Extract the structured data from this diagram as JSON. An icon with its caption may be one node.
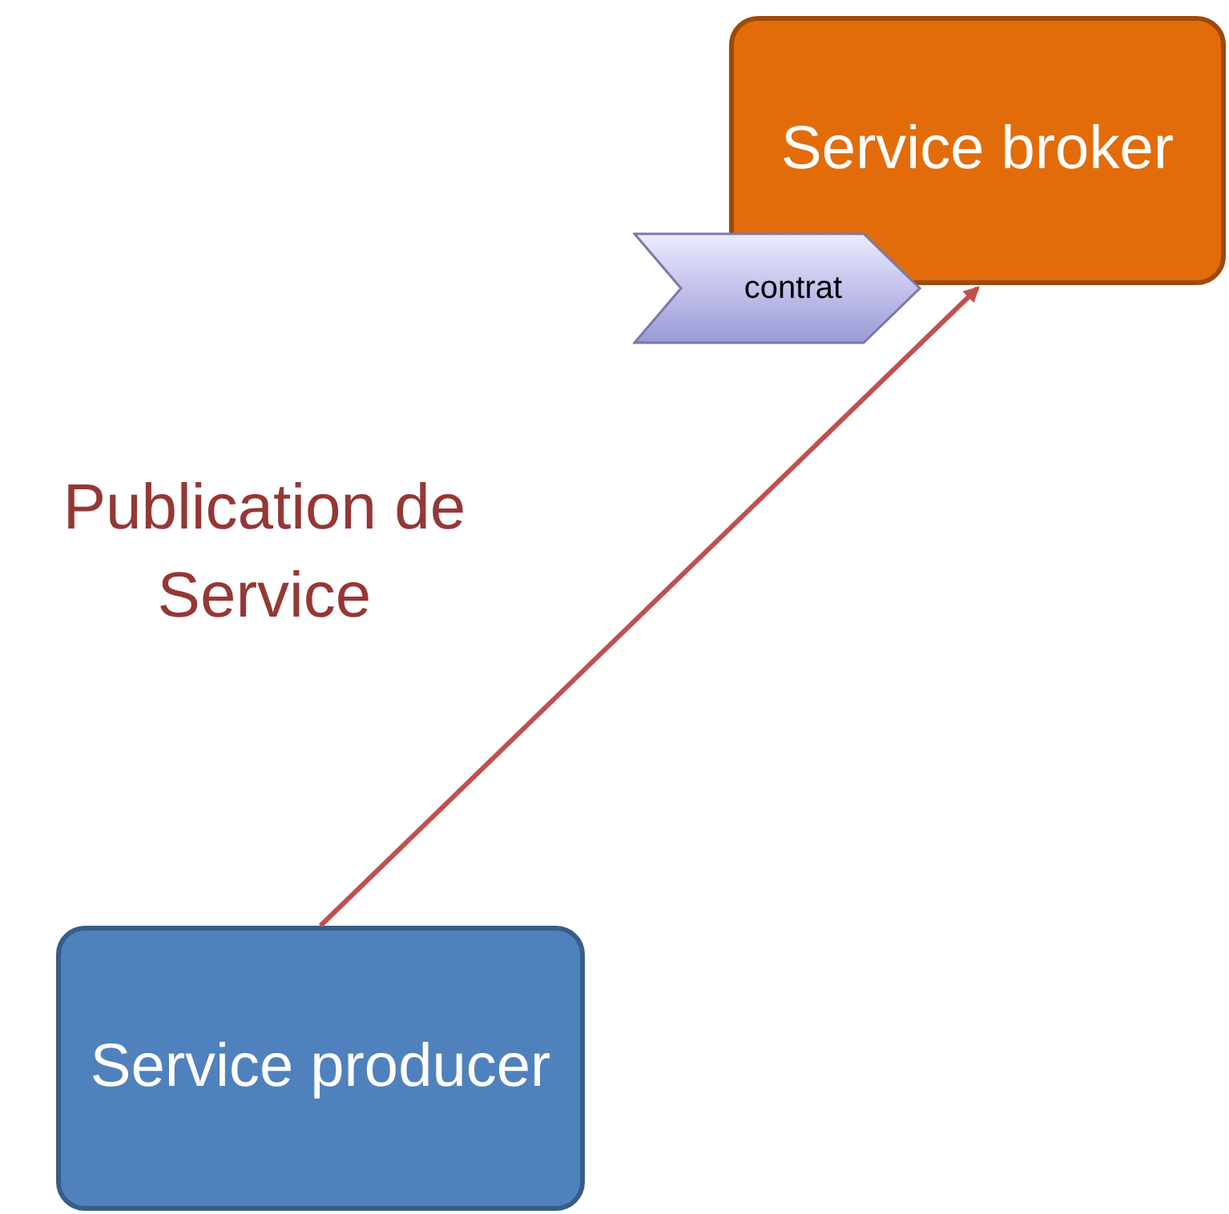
{
  "diagram": {
    "nodes": [
      {
        "text": [
          "Service broker"
        ]
      },
      {
        "text": [
          "contrat"
        ]
      },
      {
        "text": [
          "Service producer"
        ]
      }
    ],
    "edges": [
      {
        "from": 2,
        "to": 0,
        "arrow": "to",
        "color": "#c0504d"
      }
    ],
    "labels": [
      "Publication de Service"
    ]
  }
}
